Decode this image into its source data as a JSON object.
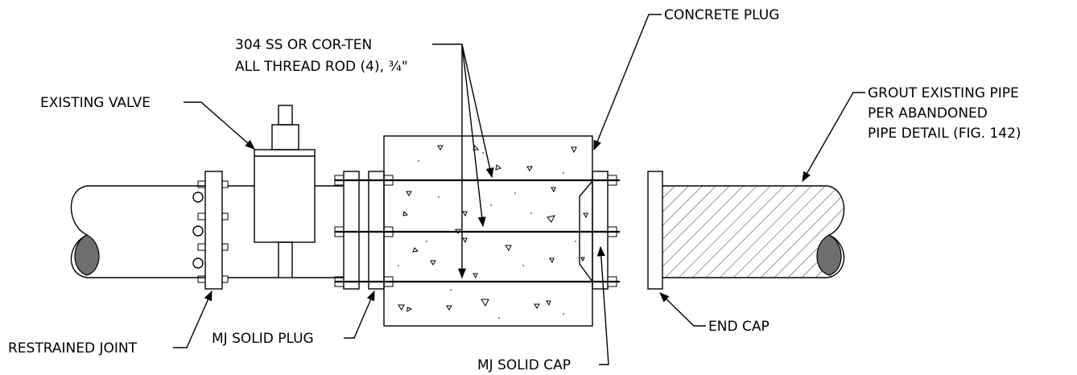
{
  "labels": {
    "rod_line1": "304 SS OR COR-TEN",
    "rod_line2": "ALL THREAD ROD (4), ¾\"",
    "concrete_plug": "CONCRETE PLUG",
    "existing_valve": "EXISTING VALVE",
    "grout_line1": "GROUT EXISTING PIPE",
    "grout_line2": "PER ABANDONED",
    "grout_line3": "PIPE DETAIL (FIG. 142)",
    "restrained_joint": "RESTRAINED JOINT",
    "mj_solid_plug": "MJ SOLID PLUG",
    "mj_solid_cap": "MJ SOLID CAP",
    "end_cap": "END CAP"
  },
  "colors": {
    "line": "#000000",
    "pipe_section_fill": "#6e6e6e",
    "background": "#ffffff"
  }
}
